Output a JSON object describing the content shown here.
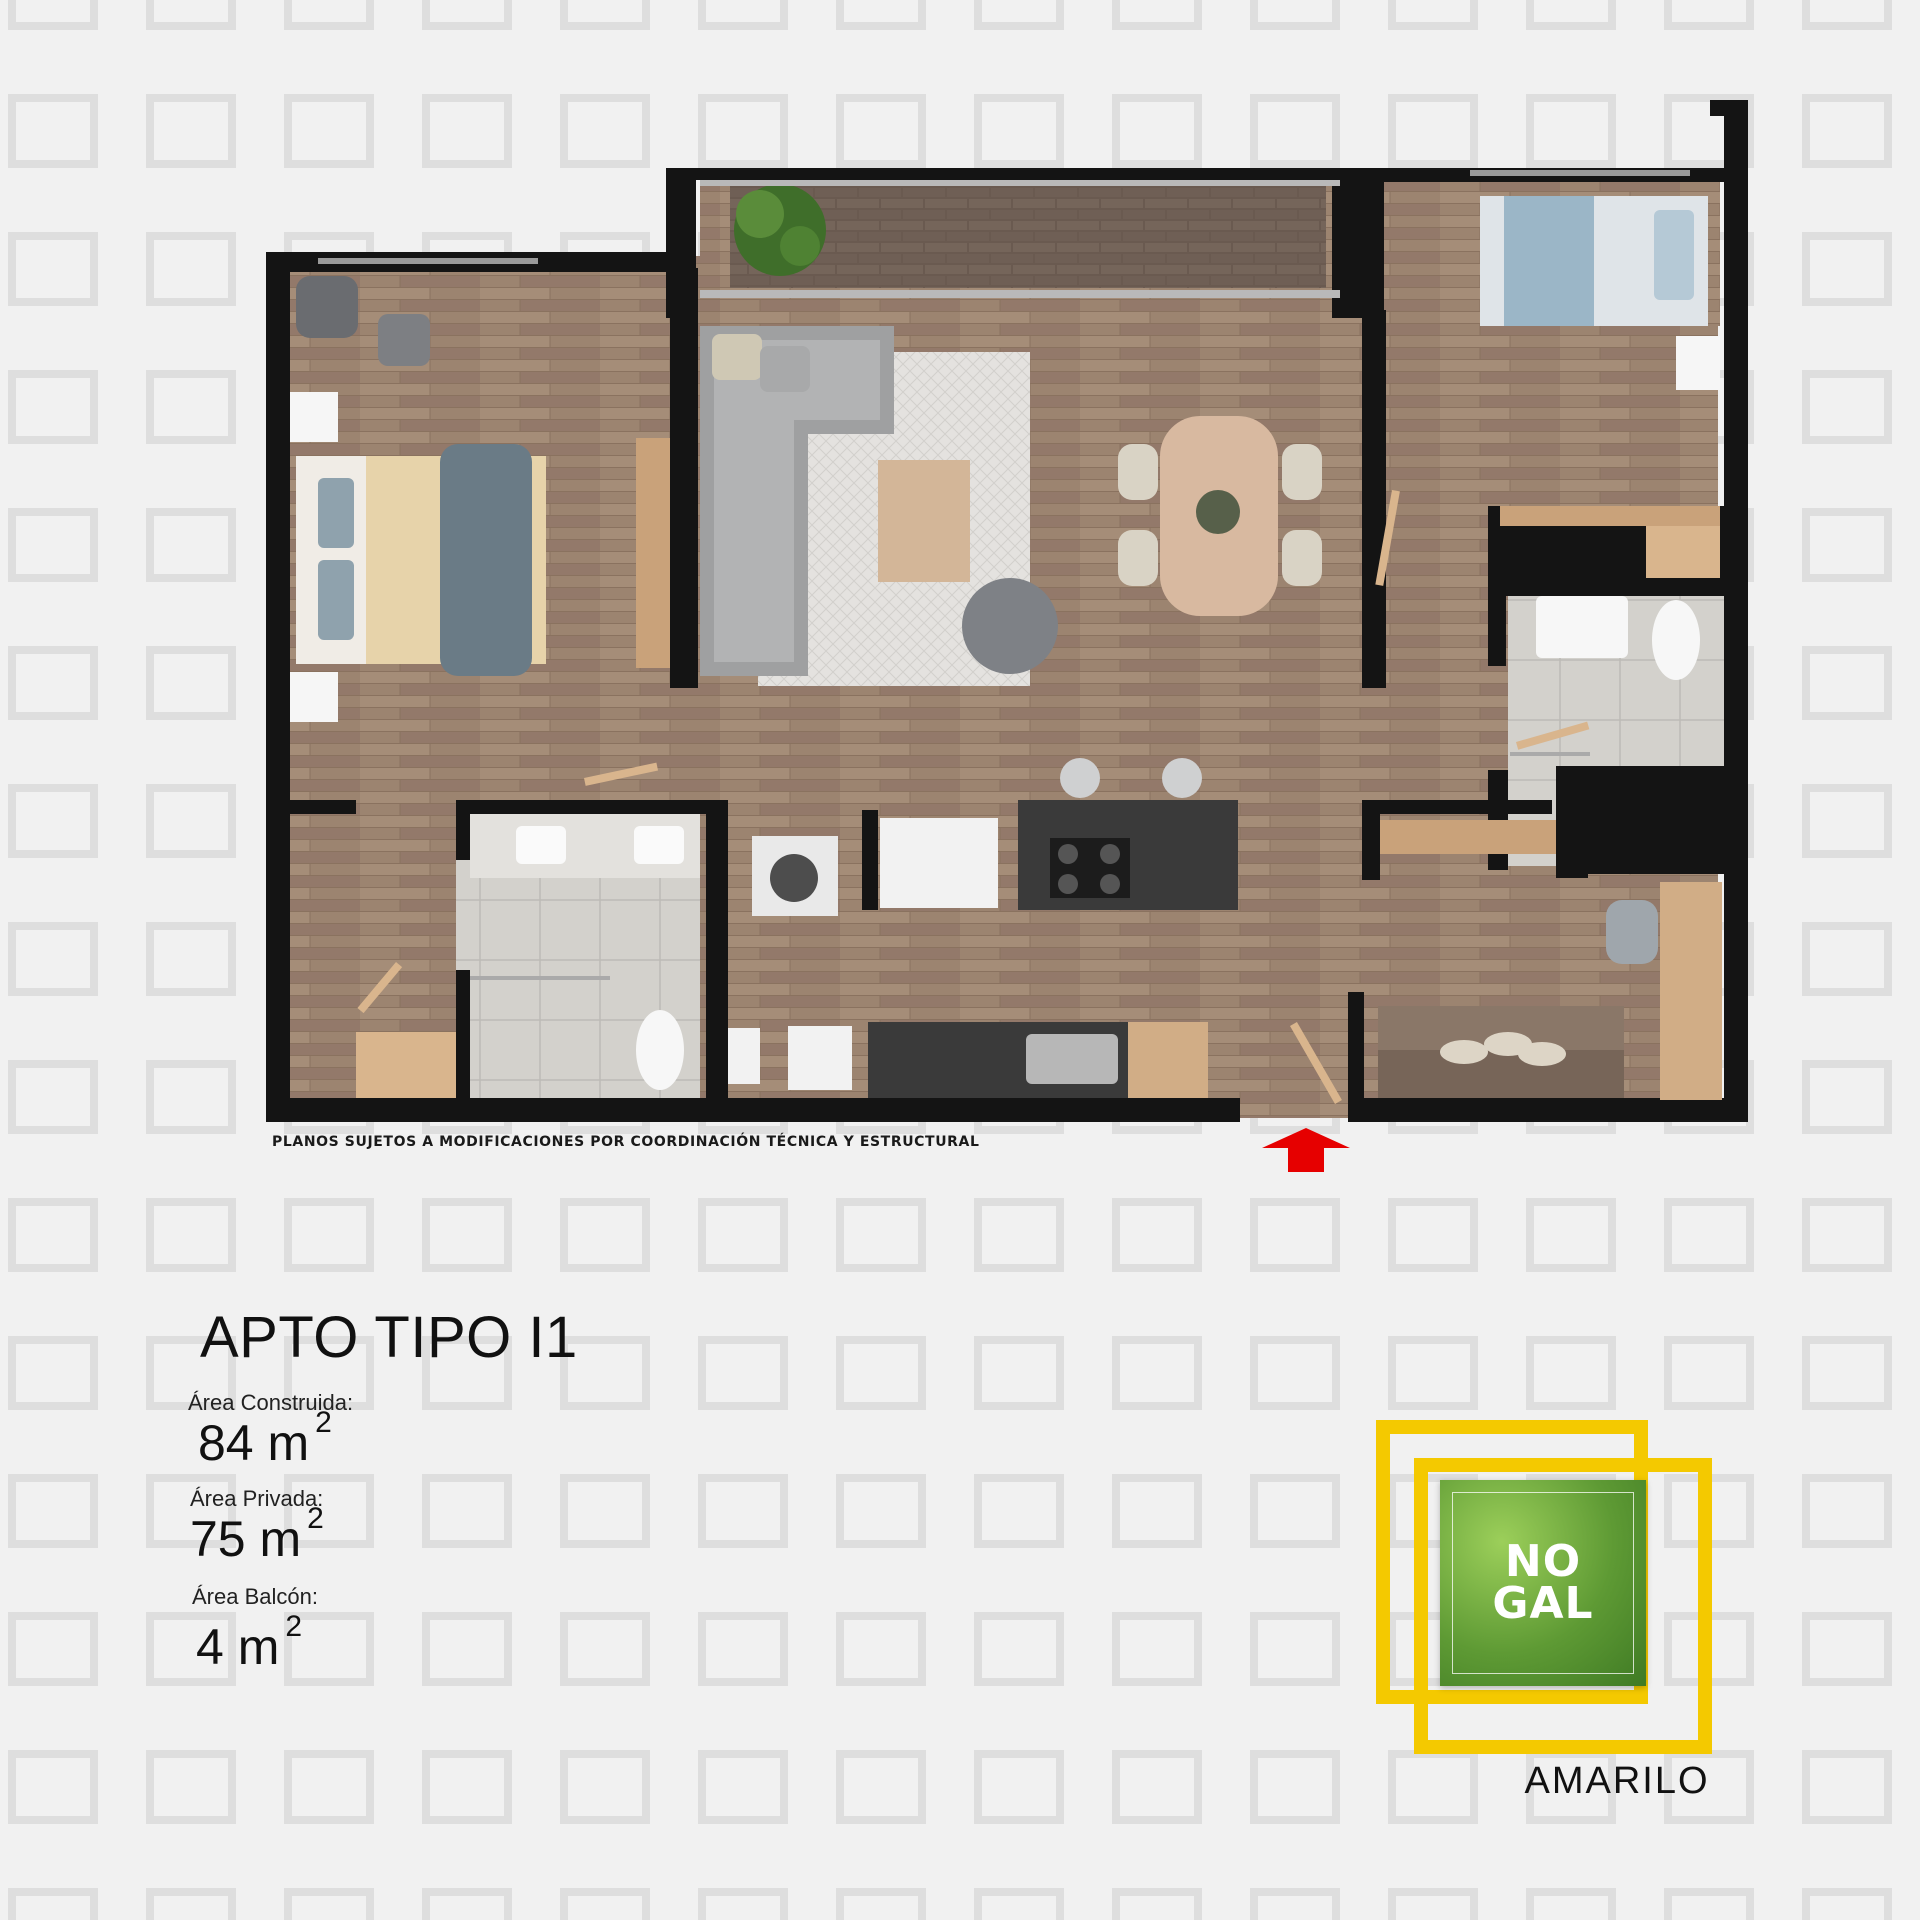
{
  "plan": {
    "disclaimer": "PLANOS SUJETOS A MODIFICACIONES POR COORDINACIÓN TÉCNICA Y ESTRUCTURAL",
    "entry_arrow_color": "#e60000"
  },
  "apartment": {
    "title": "APTO TIPO I1",
    "areas": [
      {
        "label": "Área Construida:",
        "value": "84 m",
        "unit_exp": "2"
      },
      {
        "label": "Área Privada:",
        "value": "75 m",
        "unit_exp": "2"
      },
      {
        "label": "Área Balcón:",
        "value": "4 m",
        "unit_exp": "2"
      }
    ]
  },
  "logo": {
    "word_top": "NO",
    "word_bottom": "GAL",
    "frame_color": "#f4c900",
    "green_color": "#5e9a34",
    "brand": "AMARILO"
  },
  "colors": {
    "background": "#f1f1f1",
    "wall": "#111111",
    "wood_floor": "#9c8470",
    "tile_floor": "#cfcdc9"
  }
}
